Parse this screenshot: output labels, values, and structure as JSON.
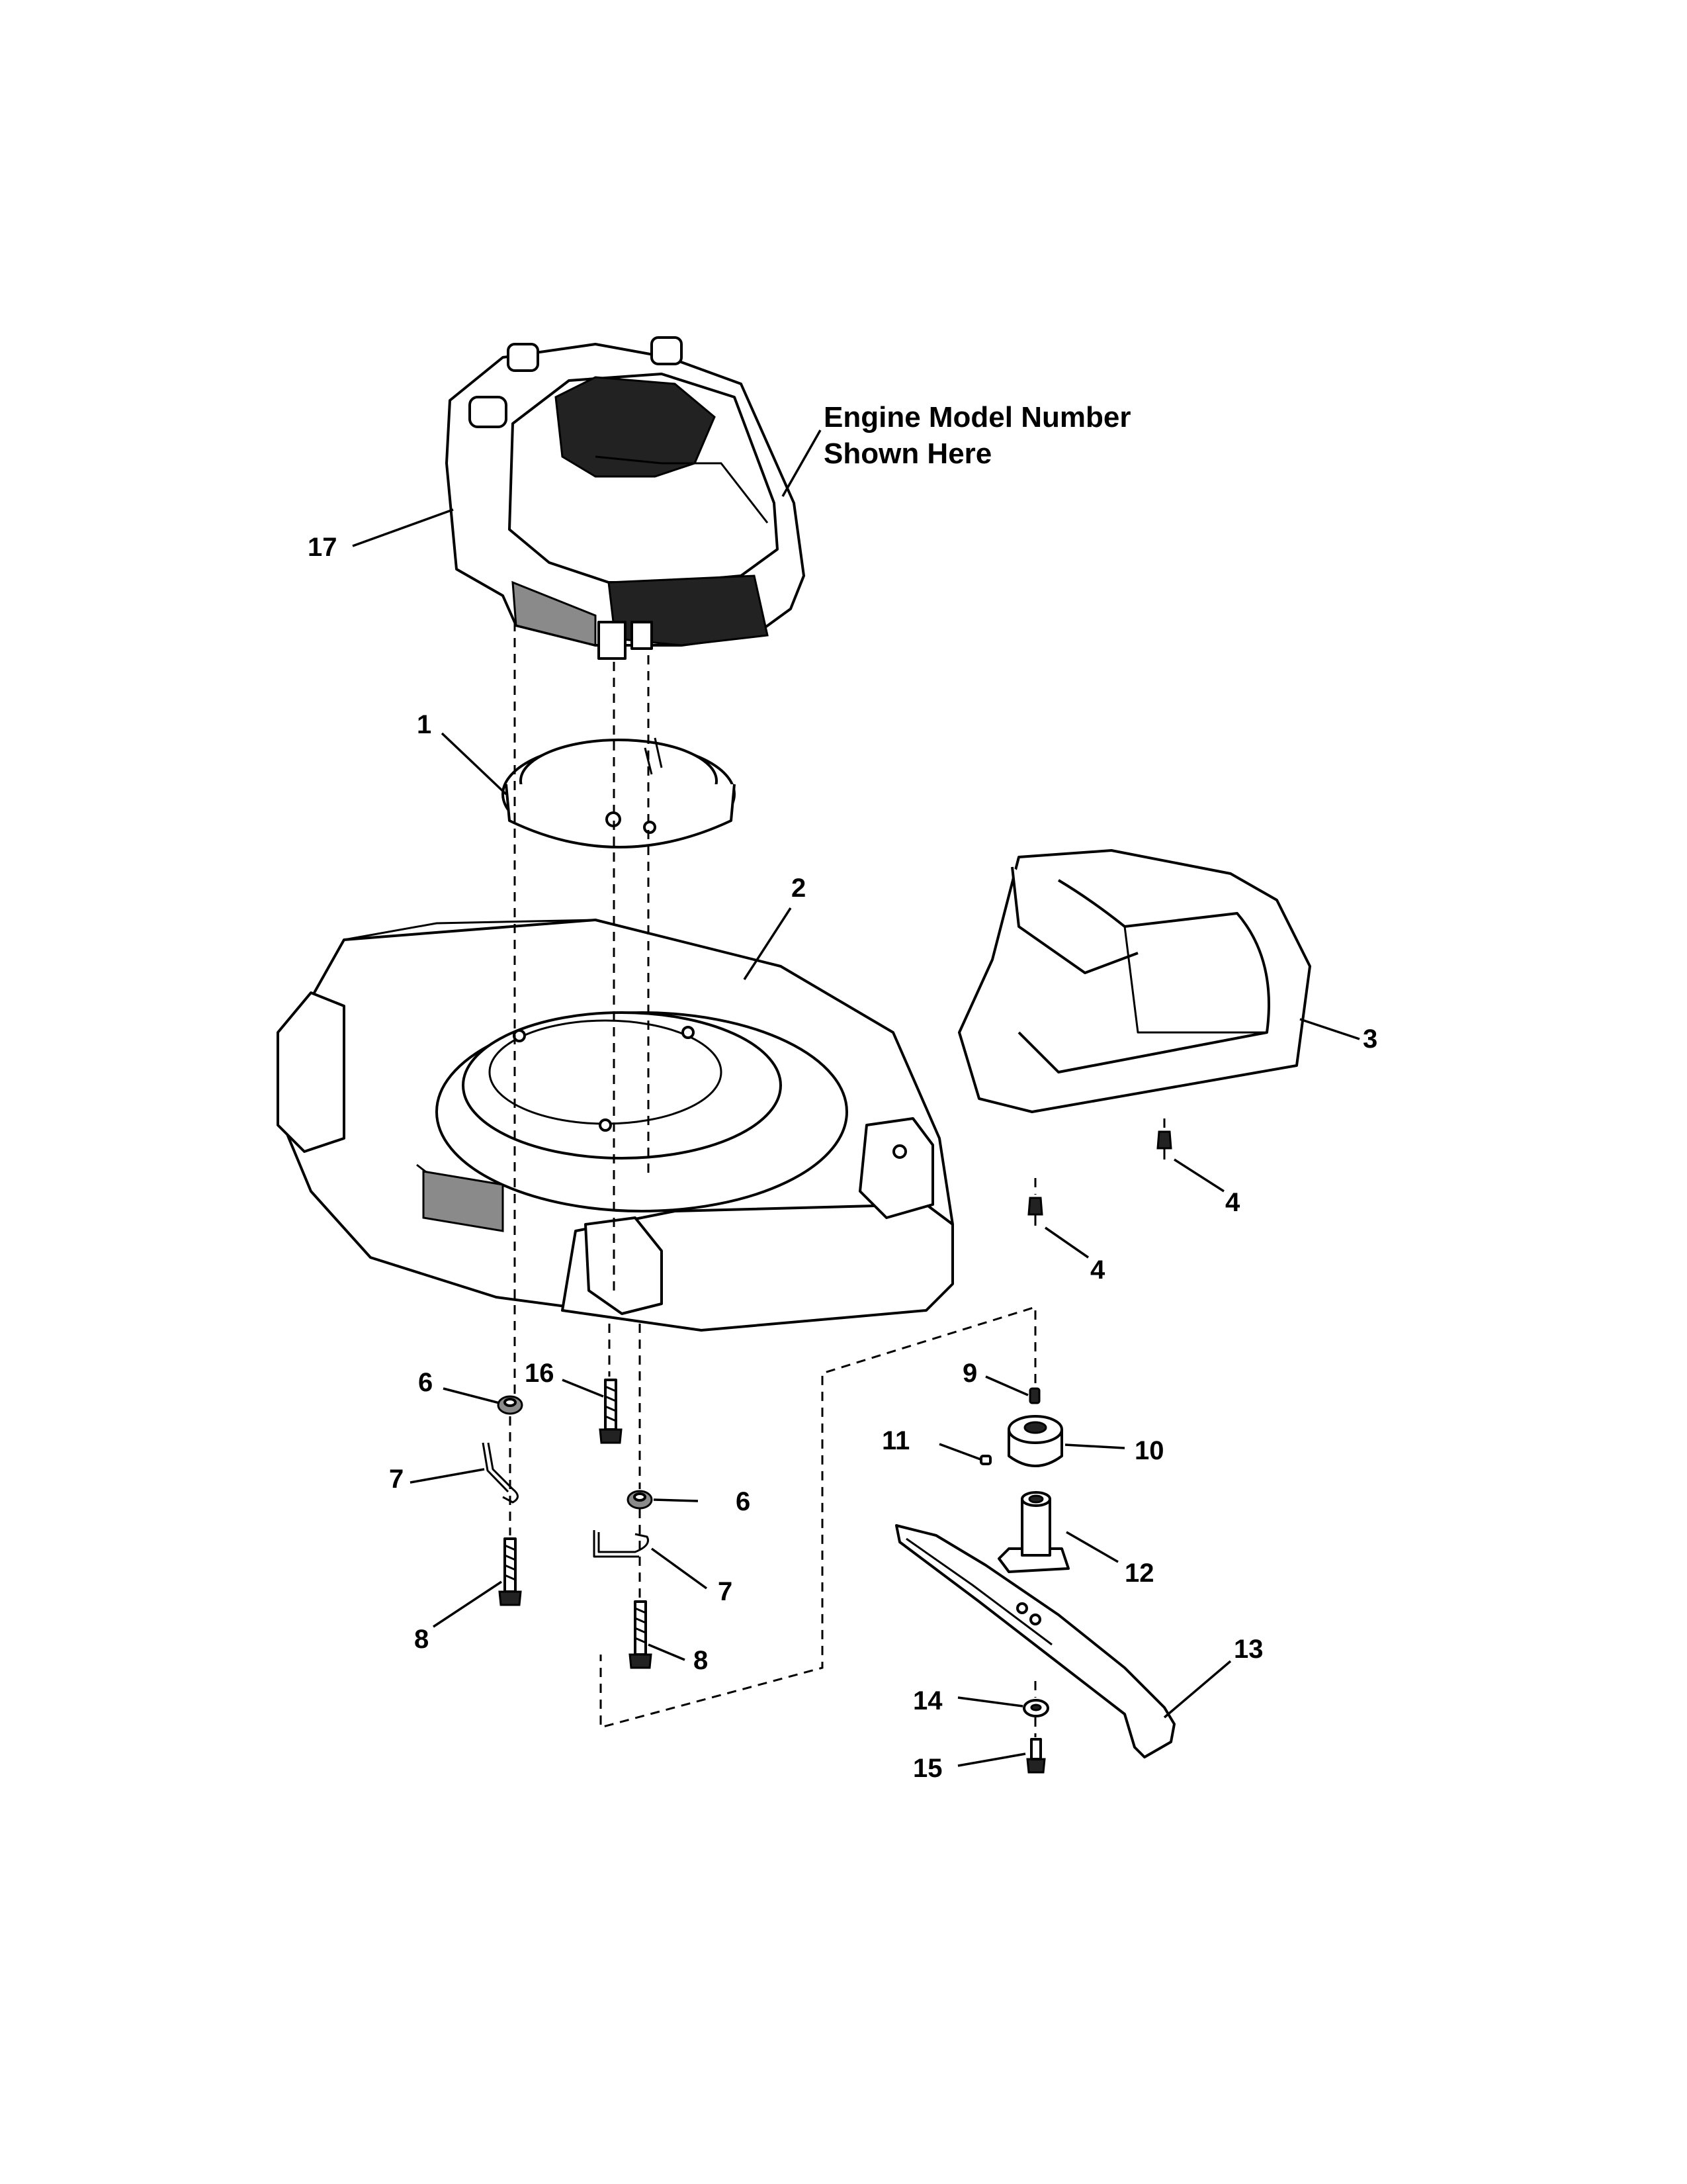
{
  "caption": {
    "line1": "Engine Model Number",
    "line2": "Shown Here"
  },
  "callouts": {
    "c1": "1",
    "c2": "2",
    "c3": "3",
    "c4a": "4",
    "c4b": "4",
    "c6a": "6",
    "c6b": "6",
    "c7a": "7",
    "c7b": "7",
    "c8a": "8",
    "c8b": "8",
    "c9": "9",
    "c10": "10",
    "c11": "11",
    "c12": "12",
    "c13": "13",
    "c14": "14",
    "c15": "15",
    "c16": "16",
    "c17": "17"
  }
}
